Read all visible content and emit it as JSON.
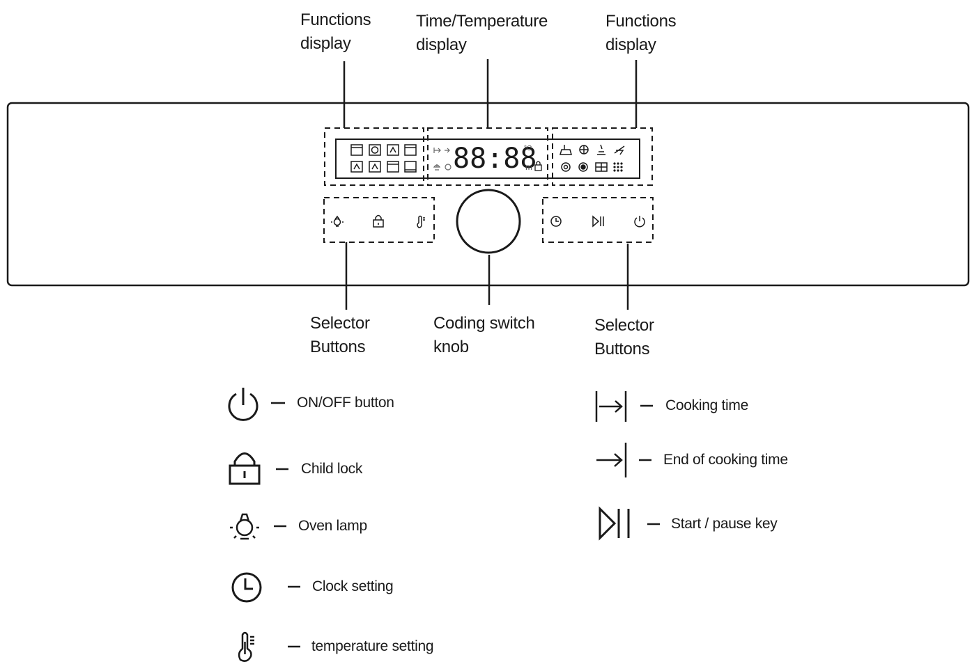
{
  "callouts": {
    "functions_display_left": [
      "Functions",
      "display"
    ],
    "time_temperature_display": [
      "Time/Temperature",
      "display"
    ],
    "functions_display_right": [
      "Functions",
      "display"
    ],
    "selector_buttons_left": [
      "Selector",
      "Buttons"
    ],
    "coding_switch_knob": [
      "Coding switch",
      "knob"
    ],
    "selector_buttons_right": [
      "Selector",
      "Buttons"
    ]
  },
  "lcd": {
    "digits_hours": "88",
    "digits_minutes": "88",
    "colon": ":",
    "unit_celsius": "°C",
    "unit_minutes": "m"
  },
  "legend": {
    "left": [
      {
        "icon": "power-icon",
        "label": "ON/OFF button"
      },
      {
        "icon": "lock-icon",
        "label": "Child lock"
      },
      {
        "icon": "lamp-icon",
        "label": "Oven lamp"
      },
      {
        "icon": "clock-icon",
        "label": "Clock setting"
      },
      {
        "icon": "thermometer-icon",
        "label": "temperature setting"
      }
    ],
    "right": [
      {
        "icon": "cooking-time-icon",
        "label": "Cooking time"
      },
      {
        "icon": "end-cooking-time-icon",
        "label": "End of cooking time"
      },
      {
        "icon": "play-pause-icon",
        "label": "Start / pause key"
      }
    ],
    "dash": "—"
  },
  "colors": {
    "line": "#1a1a1a",
    "background": "#ffffff"
  }
}
